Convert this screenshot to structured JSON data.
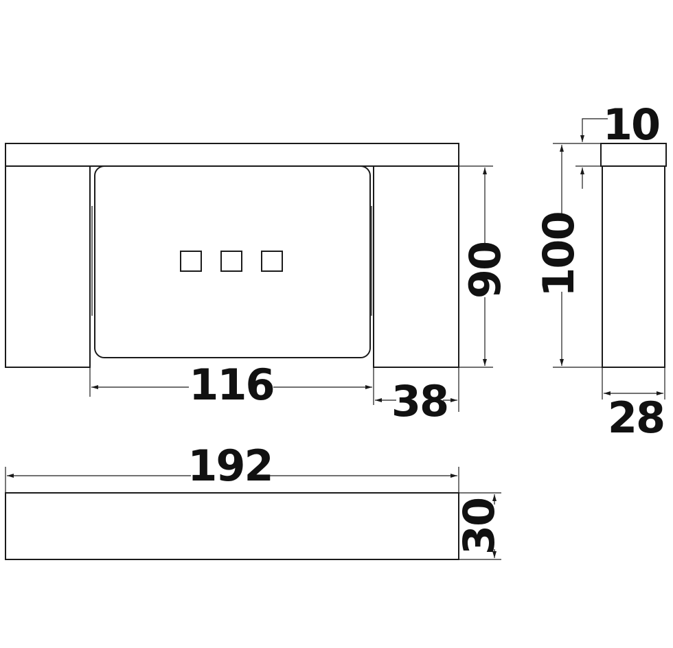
{
  "front_view": {
    "opening_width": "116",
    "side_block_width": "38",
    "height": "90"
  },
  "side_view": {
    "total_height": "100",
    "lip_height": "10",
    "depth": "28"
  },
  "bottom_view": {
    "overall_width": "192",
    "thickness": "30"
  },
  "colors": {
    "line": "#1a1a1a",
    "background": "#ffffff"
  }
}
